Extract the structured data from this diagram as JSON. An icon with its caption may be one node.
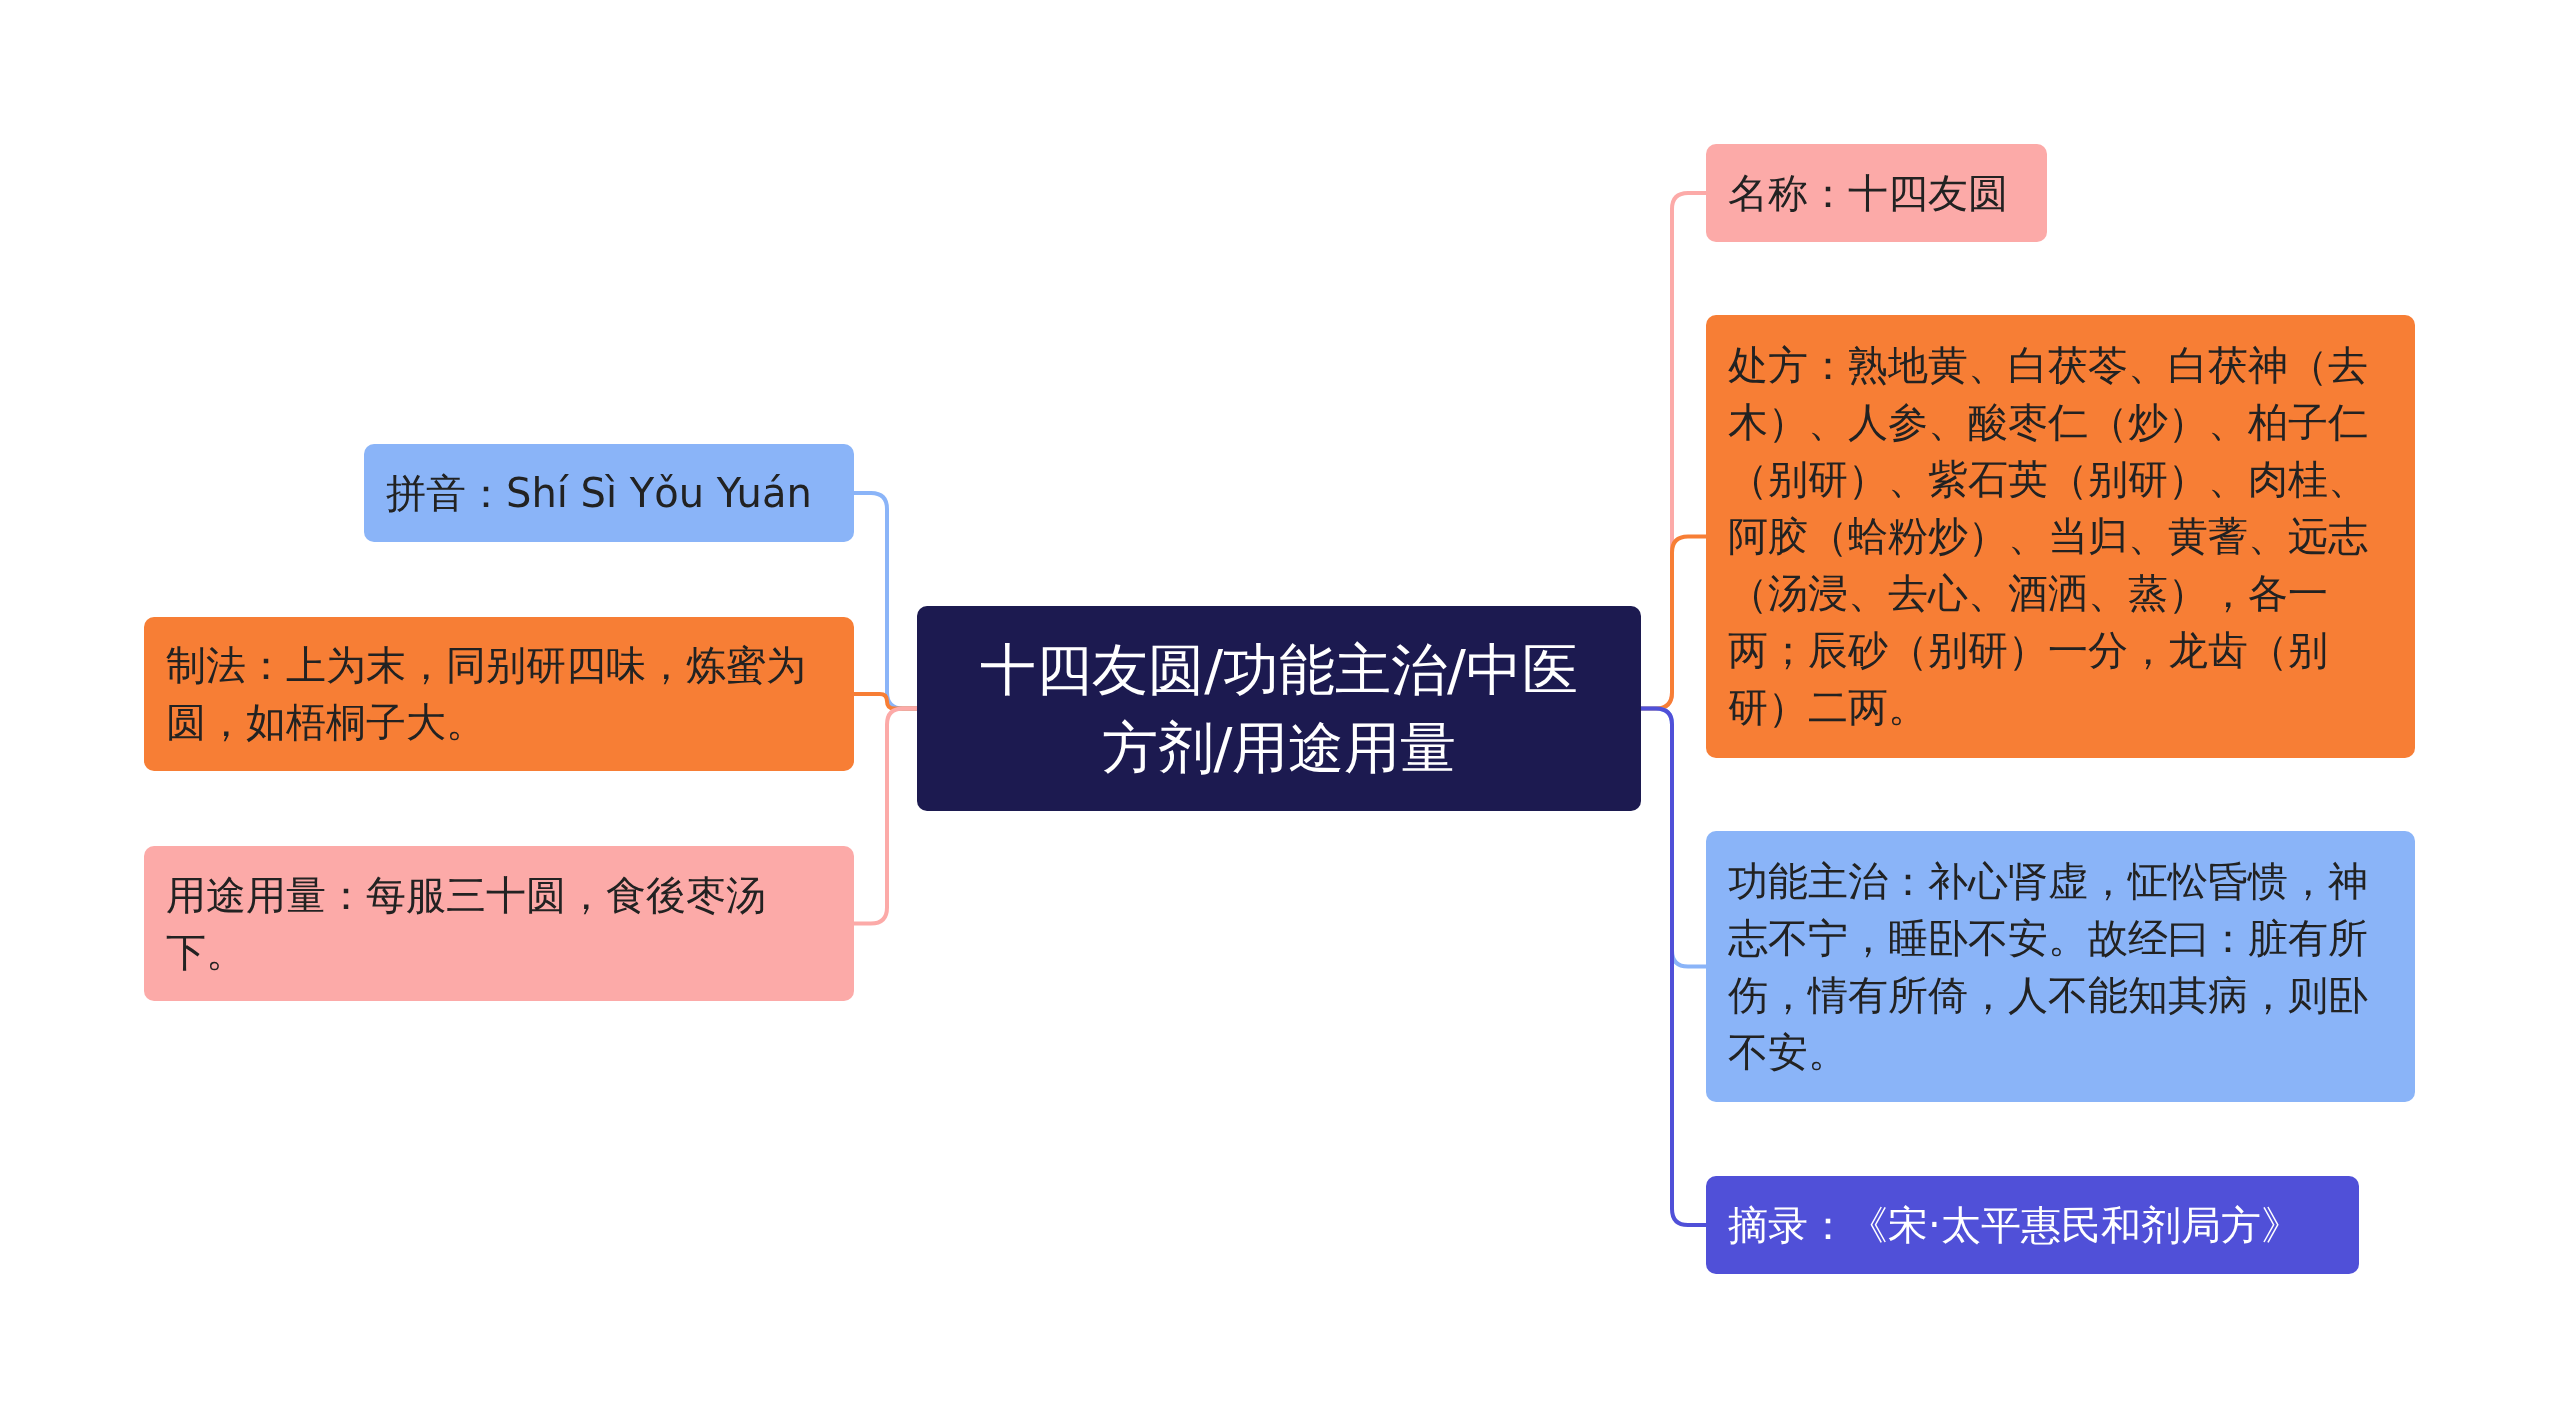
{
  "diagram": {
    "nodes": [
      {
        "text": [
          "十四友圆/功能主治/中医方剂/用途用量"
        ]
      },
      {
        "text": [
          "拼音：Shí Sì Yǒu Yuán"
        ]
      },
      {
        "text": [
          "制法：上为末，同别研四味，炼蜜为圆，如梧桐子大。"
        ]
      },
      {
        "text": [
          "用途用量：每服三十圆，食後枣汤下。"
        ]
      },
      {
        "text": [
          "名称：十四友圆"
        ]
      },
      {
        "text": [
          "处方：熟地黄、白茯苓、白茯神（去木）、人参、酸枣仁（炒）、柏子仁（别研）、紫石英（别研）、肉桂、阿胶（蛤粉炒）、当归、黄蓍、远志（汤浸、去心、酒洒、蒸），各一两；辰砂（别研）一分，龙齿（别研）二两。"
        ]
      },
      {
        "text": [
          "功能主治：补心肾虚，怔忪昏愦，神志不宁，睡卧不安。故经曰：脏有所伤，情有所倚，人不能知其病，则卧不安。"
        ]
      },
      {
        "text": [
          "摘录：《宋·太平惠民和剂局方》"
        ]
      }
    ],
    "edges": [
      {
        "from": 0,
        "to": 1,
        "arrow": "none",
        "color": "#8ab4f8"
      },
      {
        "from": 0,
        "to": 2,
        "arrow": "none",
        "color": "#f77e35"
      },
      {
        "from": 0,
        "to": 3,
        "arrow": "none",
        "color": "#fcaaa8"
      },
      {
        "from": 0,
        "to": 4,
        "arrow": "none",
        "color": "#fcaaa8"
      },
      {
        "from": 0,
        "to": 5,
        "arrow": "none",
        "color": "#f77e35"
      },
      {
        "from": 0,
        "to": 6,
        "arrow": "none",
        "color": "#8ab4f8"
      },
      {
        "from": 0,
        "to": 7,
        "arrow": "none",
        "color": "#5050d8"
      }
    ]
  }
}
